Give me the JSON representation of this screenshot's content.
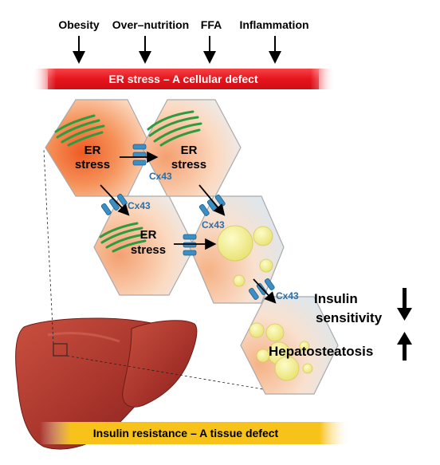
{
  "causes": [
    "Obesity",
    "Over–nutrition",
    "FFA",
    "Inflammation"
  ],
  "top_banner": "ER stress – A cellular defect",
  "bottom_banner": "Insulin resistance – A tissue defect",
  "cell_label_line1": "ER",
  "cell_label_line2": "stress",
  "junction_label": "Cx43",
  "outcomes": {
    "insulin": "Insulin",
    "sensitivity": "sensitivity",
    "steatosis": "Hepatosteatosis"
  },
  "colors": {
    "banner_red": "#e8141c",
    "banner_yellow": "#f7c21a",
    "liver": "#b23a30",
    "junction": "#3a8fc4",
    "er_green": "#3aa84a",
    "lipid": "#f3ef88"
  }
}
